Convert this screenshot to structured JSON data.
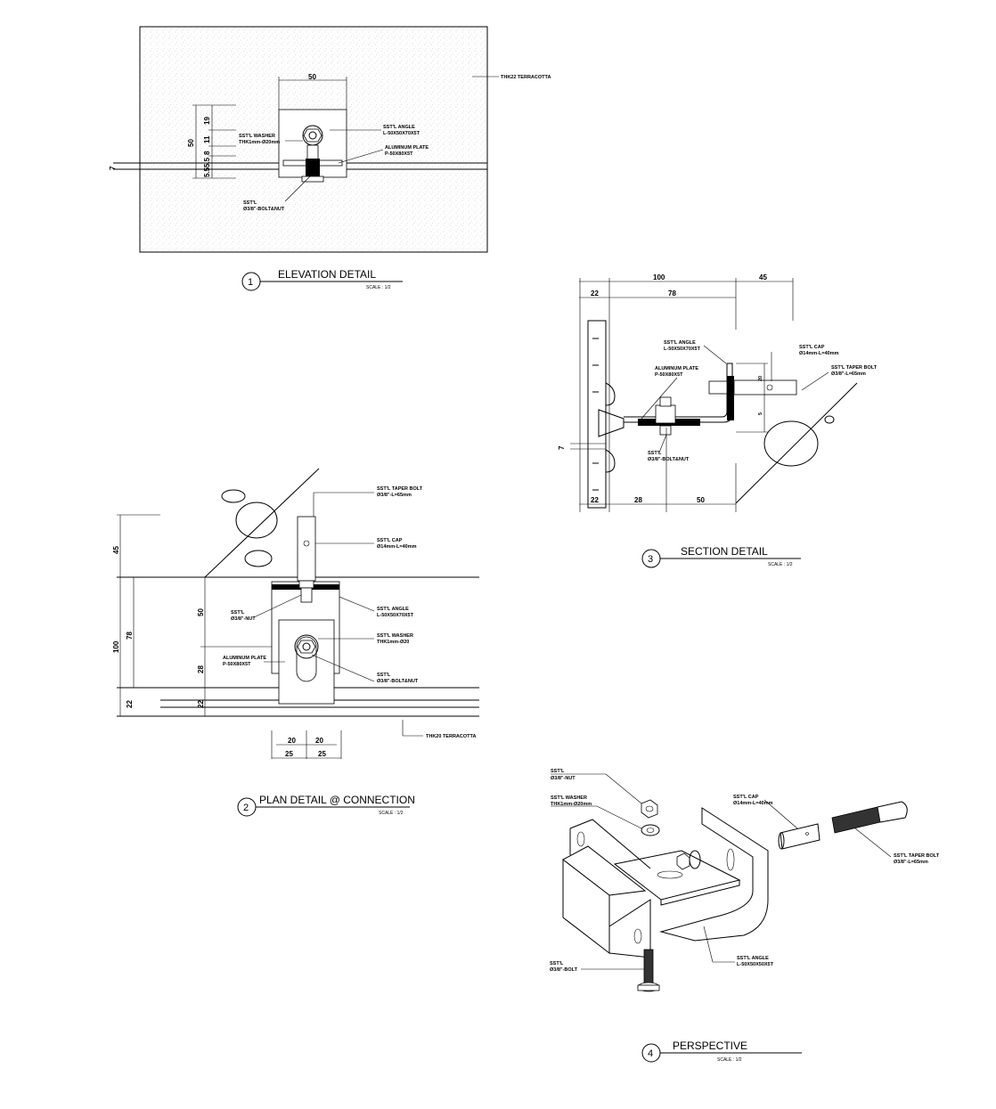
{
  "details": [
    {
      "number": "1",
      "title": "ELEVATION  DETAIL",
      "scale": "SCALE : 1/2"
    },
    {
      "number": "2",
      "title": "PLAN DETAIL @ CONNECTION",
      "scale": "SCALE : 1/2"
    },
    {
      "number": "3",
      "title": "SECTION  DETAIL",
      "scale": "SCALE : 1/2"
    },
    {
      "number": "4",
      "title": "PERSPECTIVE",
      "scale": "SCALE : 1/2"
    }
  ],
  "elevation": {
    "terracotta": "THK22 TERRACOTTA",
    "angle": [
      "SST'L ANGLE",
      "L-50X50X70X5T"
    ],
    "washer": [
      "SST'L WASHER",
      "THK1mm-Ø20mm"
    ],
    "plate": [
      "ALUMINUM PLATE",
      "P-50X80X5T"
    ],
    "bolt": [
      "SST'L",
      "Ø3/8\"-BOLT&NUT"
    ],
    "dims": {
      "top": "50",
      "left_total": "50",
      "v1": "19",
      "v2": "11",
      "v3": "8",
      "v4": "5.5",
      "v5": "5.5",
      "joint": "7"
    }
  },
  "plan": {
    "taper_bolt": [
      "SST'L TAPER BOLT",
      "Ø3/8\"-L=65mm"
    ],
    "cap": [
      "SST'L CAP",
      "Ø14mm-L=40mm"
    ],
    "angle": [
      "SST'L ANGLE",
      "L-50X50X70X5T"
    ],
    "nut": [
      "SST'L",
      "Ø3/8\"-NUT"
    ],
    "washer": [
      "SST'L WASHER",
      "THK1mm-Ø20"
    ],
    "plate": [
      "ALUMINUM PLATE",
      "P-50X80X5T"
    ],
    "bolt": [
      "SST'L",
      "Ø3/8\"-BOLT&NUT"
    ],
    "terracotta": "THK20 TERRACOTTA",
    "dims": {
      "d45": "45",
      "d100": "100",
      "d78": "78",
      "d50": "50",
      "d28": "28",
      "d22a": "22",
      "d22b": "22",
      "b20a": "20",
      "b20b": "20",
      "b25a": "25",
      "b25b": "25"
    }
  },
  "section": {
    "angle": [
      "SST'L ANGLE",
      "L-50X50X70X5T"
    ],
    "plate": [
      "ALUMINUM PLATE",
      "P-50X80X5T"
    ],
    "cap": [
      "SST'L CAP",
      "Ø14mm-L=40mm"
    ],
    "taper_bolt": [
      "SST'L TAPER BOLT",
      "Ø3/8\"-L=65mm"
    ],
    "bolt": [
      "SST'L",
      "Ø3/8\"-BOLT&NUT"
    ],
    "dims": {
      "t100": "100",
      "t45": "45",
      "t22": "22",
      "t78": "78",
      "b22": "22",
      "b28": "28",
      "b50": "50",
      "joint": "7",
      "v20": "20",
      "v5": "5"
    }
  },
  "perspective": {
    "nut": [
      "SST'L",
      "Ø3/8\"-NUT"
    ],
    "washer": [
      "SST'L WASHER",
      "THK1mm-Ø20mm"
    ],
    "cap": [
      "SST'L CAP",
      "Ø14mm-L=40mm"
    ],
    "taper_bolt": [
      "SST'L TAPER BOLT",
      "Ø3/8\"-L=65mm"
    ],
    "bolt": [
      "SST'L",
      "Ø3/8\"-BOLT"
    ],
    "angle": [
      "SST'L ANGLE",
      "L-50X50X50X5T"
    ]
  }
}
